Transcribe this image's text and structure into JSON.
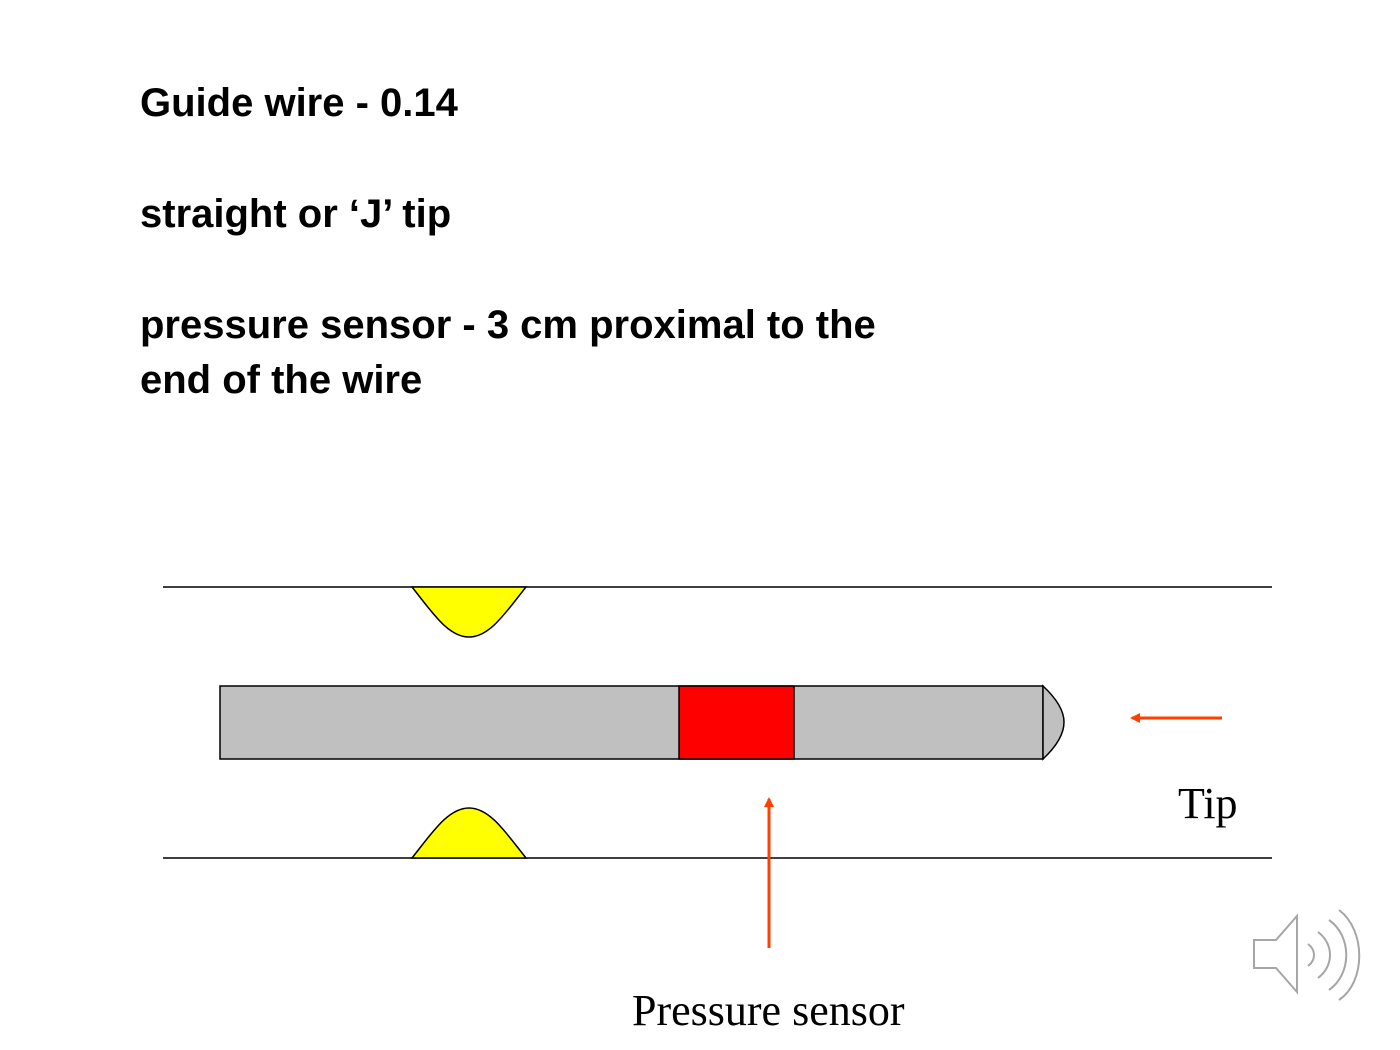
{
  "slide": {
    "lines": [
      "Guide wire  - 0.14",
      "straight or ‘J’ tip",
      "pressure sensor - 3 cm proximal to the",
      "end of the wire"
    ]
  },
  "diagram": {
    "labels": {
      "tip": "Tip",
      "pressure_sensor": "Pressure sensor"
    }
  },
  "colors": {
    "wire_body": "#c0c0c0",
    "sensor": "#ff0000",
    "plaque": "#ffff00",
    "arrow": "#ff4000",
    "line": "#000000"
  },
  "icons": {
    "audio": "speaker-icon"
  }
}
